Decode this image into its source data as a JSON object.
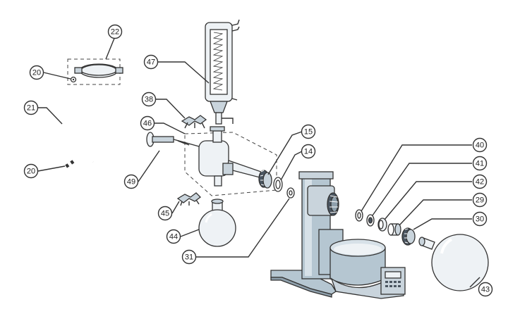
{
  "diagram": {
    "colors": {
      "line": "#333333",
      "glass": "#eef2f5",
      "metal": "#c9d4dc",
      "machine": "#b5c6d1",
      "dark": "#4a5560"
    },
    "callouts": [
      {
        "id": "c22",
        "label": "22"
      },
      {
        "id": "c20a",
        "label": "20"
      },
      {
        "id": "c21",
        "label": "21"
      },
      {
        "id": "c20b",
        "label": "20"
      },
      {
        "id": "c47",
        "label": "47"
      },
      {
        "id": "c38",
        "label": "38"
      },
      {
        "id": "c46",
        "label": "46"
      },
      {
        "id": "c49",
        "label": "49"
      },
      {
        "id": "c15",
        "label": "15"
      },
      {
        "id": "c14",
        "label": "14"
      },
      {
        "id": "c45",
        "label": "45"
      },
      {
        "id": "c44",
        "label": "44"
      },
      {
        "id": "c31",
        "label": "31"
      },
      {
        "id": "c40",
        "label": "40"
      },
      {
        "id": "c41",
        "label": "41"
      },
      {
        "id": "c42",
        "label": "42"
      },
      {
        "id": "c29",
        "label": "29"
      },
      {
        "id": "c30",
        "label": "30"
      },
      {
        "id": "c43",
        "label": "43"
      }
    ]
  }
}
